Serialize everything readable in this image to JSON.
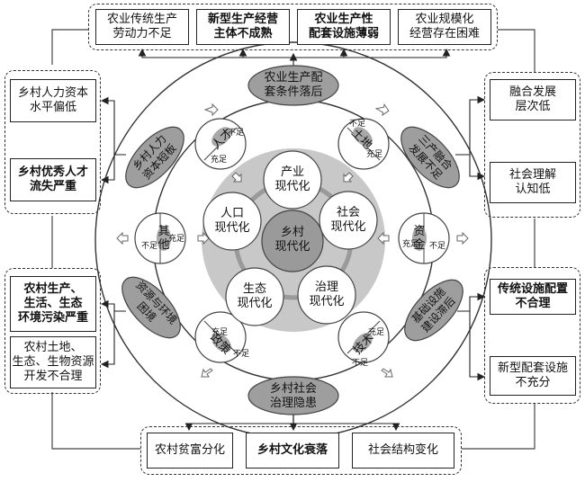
{
  "top_boxes": [
    {
      "text": "农业传统生产\n劳动力不足",
      "bold": false
    },
    {
      "text": "新型生产经营\n主体不成熟",
      "bold": true
    },
    {
      "text": "农业生产性\n配套设施薄弱",
      "bold": true
    },
    {
      "text": "农业规模化\n经营存在困难",
      "bold": false
    }
  ],
  "bottom_boxes": [
    {
      "text": "农村贫富分化",
      "bold": false
    },
    {
      "text": "乡村文化衰落",
      "bold": true
    },
    {
      "text": "社会结构变化",
      "bold": false
    }
  ],
  "left_boxes": [
    {
      "text": "乡村人力资本\n水平偏低",
      "bold": false
    },
    {
      "text": "乡村优秀人才\n流失严重",
      "bold": true
    },
    {
      "text": "农村生产、\n生活、生态\n环境污染严重",
      "bold": true
    },
    {
      "text": "农村土地、\n生态、生物资源\n开发不合理",
      "bold": false
    }
  ],
  "right_boxes": [
    {
      "text": "融合发展\n层次低",
      "bold": false
    },
    {
      "text": "社会理解\n认知低",
      "bold": false
    },
    {
      "text": "传统设施配置\n不合理",
      "bold": true
    },
    {
      "text": "新型配套设施\n不充分",
      "bold": false
    }
  ],
  "problems": {
    "top": "农业生产配\n套条件落后",
    "bottom": "乡村社会\n治理隐患",
    "upper_left": "乡村人力\n资本短板",
    "upper_right": "三产融合\n发展不足",
    "lower_left": "资源与环境\n困境",
    "lower_right": "基础设施\n建设滞后"
  },
  "factors": {
    "talent": "人才",
    "land": "土地",
    "other": "其\n他",
    "capital": "资\n金",
    "policy": "政策",
    "tech": "技术",
    "insufficient": "不足",
    "sufficient": "充足"
  },
  "core": {
    "center": "乡村\n现代化",
    "industry": "产业\n现代化",
    "society": "社会\n现代化",
    "governance": "治理\n现代化",
    "ecology": "生态\n现代化",
    "population": "人口\n现代化"
  }
}
